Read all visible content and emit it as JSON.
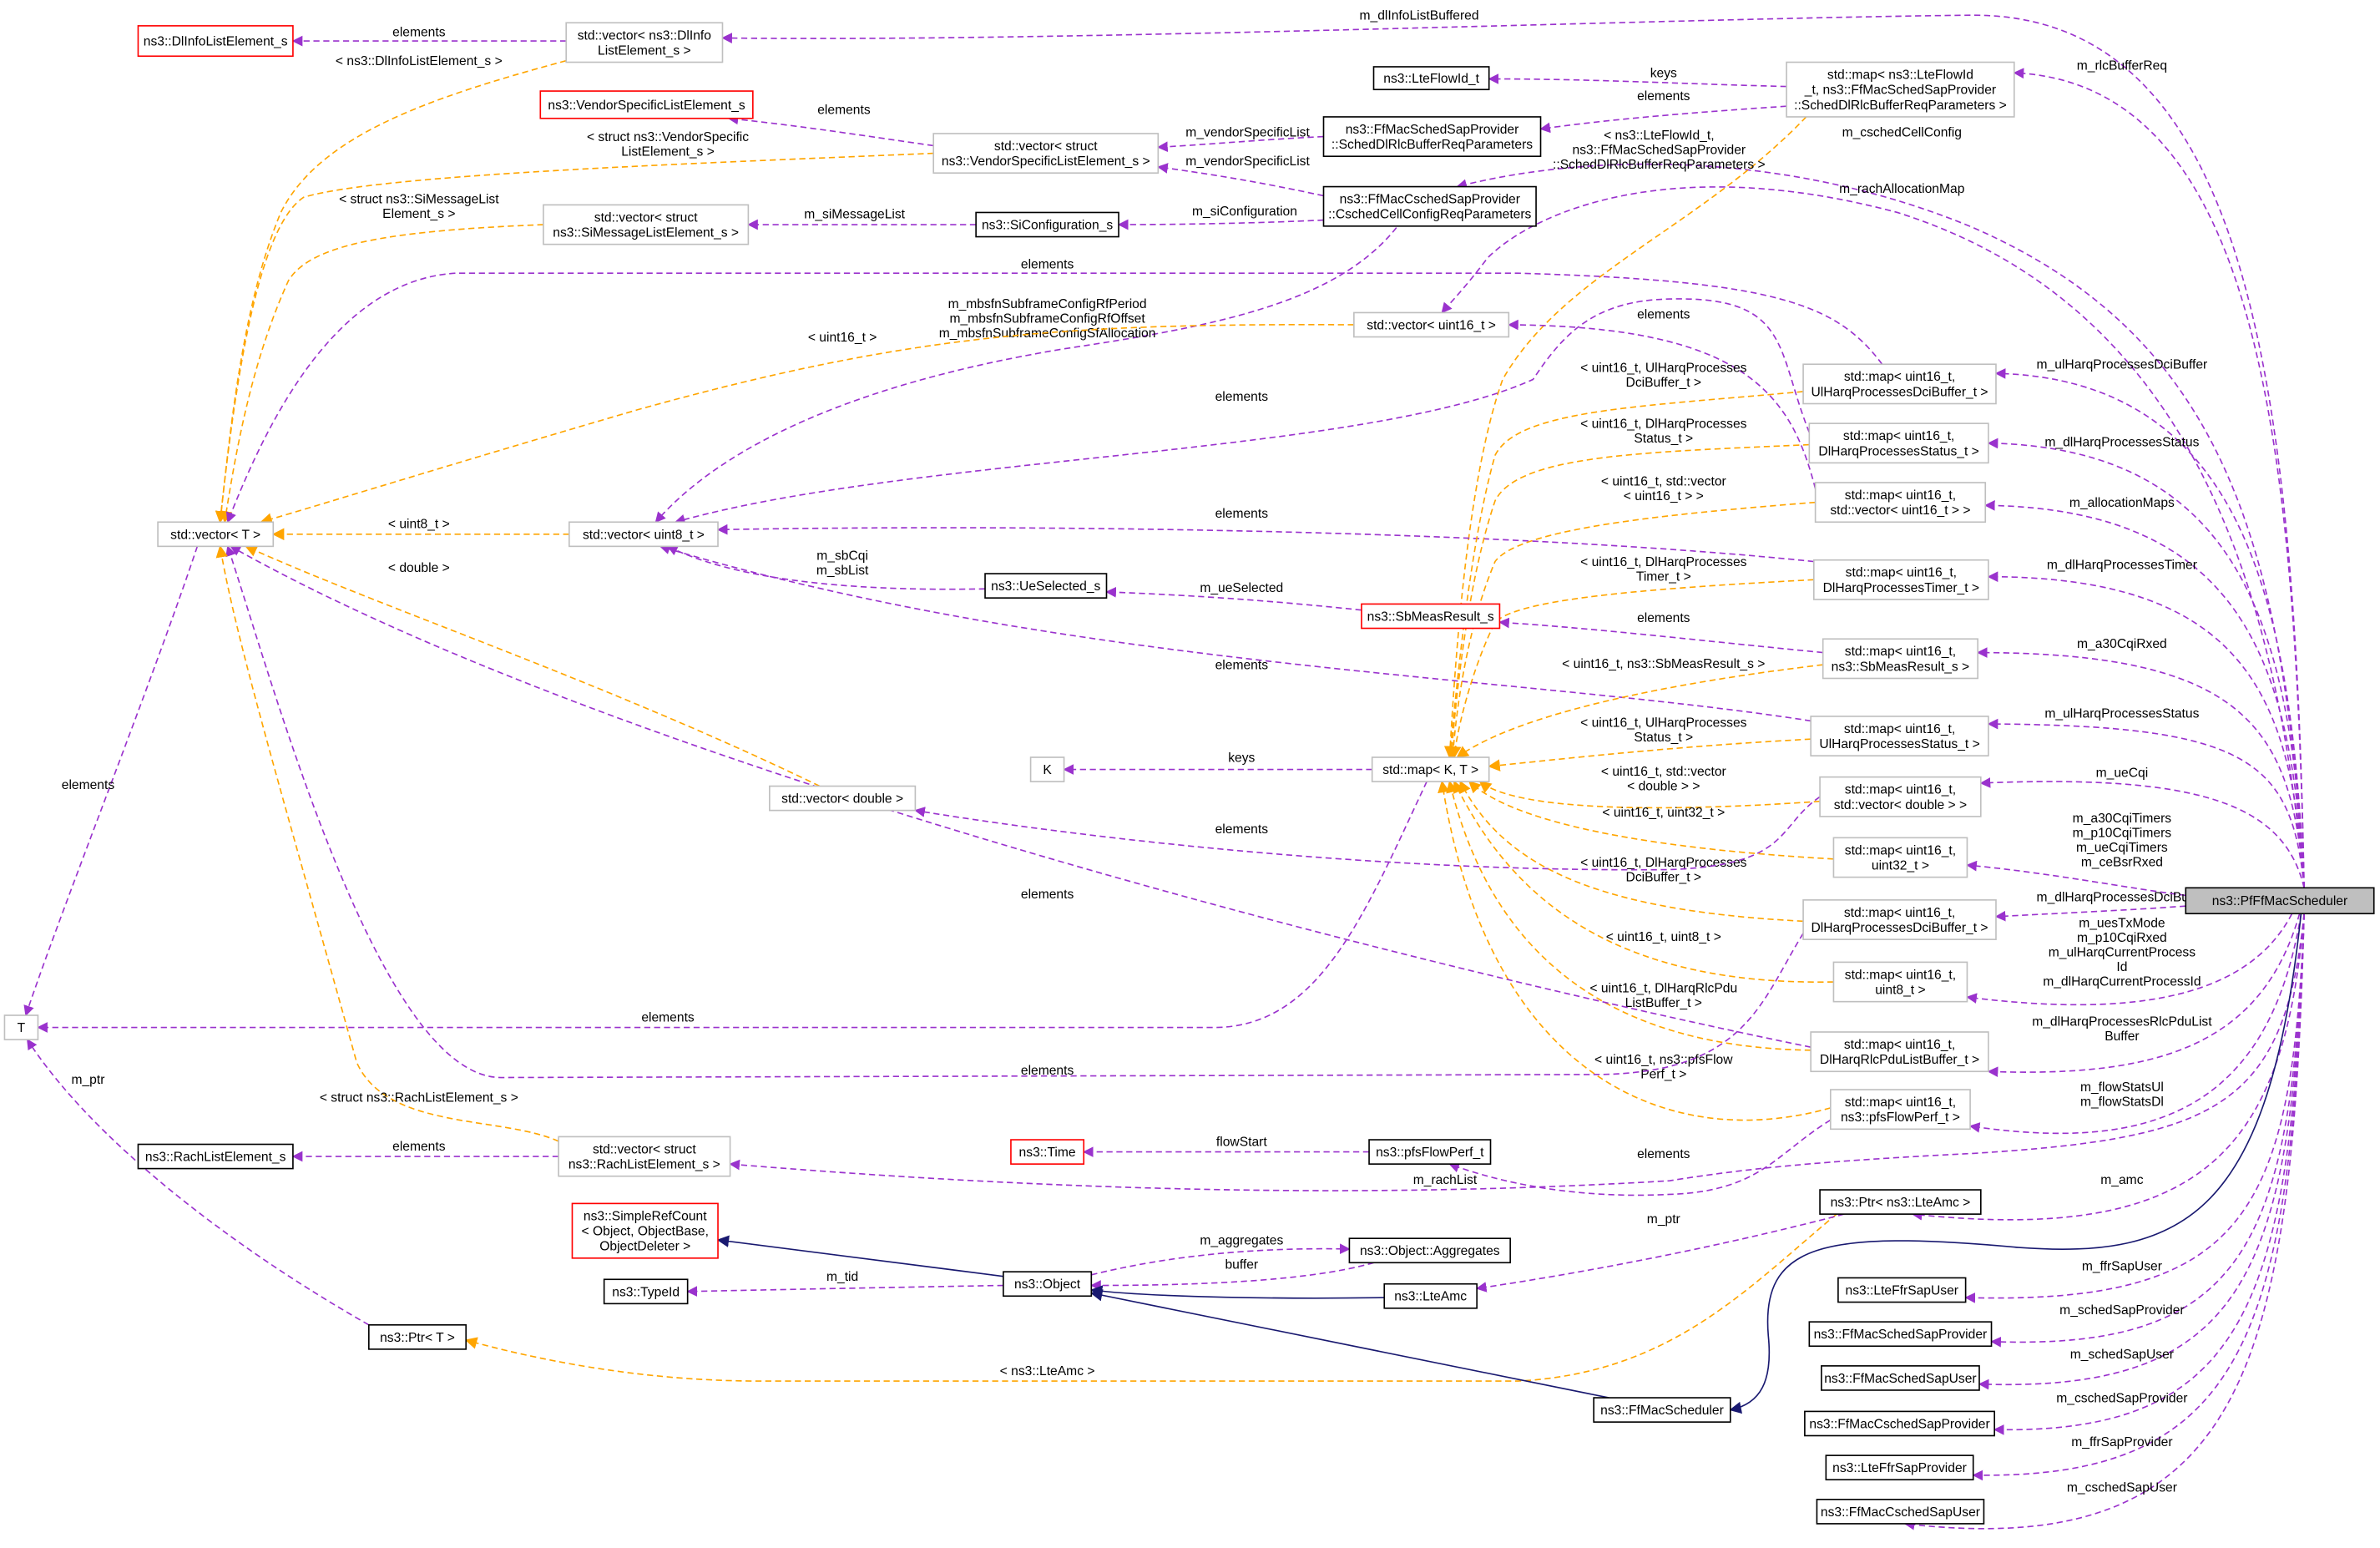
{
  "title": "ns3::PfFfMacScheduler collaboration diagram",
  "colors": {
    "member": "#9a32cd",
    "template": "#ffa500",
    "inherit": "#191970",
    "focus_fill": "#bfbfbf",
    "undocumented_border": "#ff0000"
  },
  "nodes": {
    "pfFfMacScheduler": {
      "lines": [
        "ns3::PfFfMacScheduler"
      ]
    },
    "dlInfoListElement": {
      "lines": [
        "ns3::DlInfoListElement_s"
      ]
    },
    "vecDlInfo": {
      "lines": [
        "std::vector< ns3::DlInfo",
        "ListElement_s >"
      ]
    },
    "lteFlowId": {
      "lines": [
        "ns3::LteFlowId_t"
      ]
    },
    "mapRlc": {
      "lines": [
        "std::map< ns3::LteFlowId",
        "_t, ns3::FfMacSchedSapProvider",
        "::SchedDlRlcBufferReqParameters >"
      ]
    },
    "vendorSpecific": {
      "lines": [
        "ns3::VendorSpecificListElement_s"
      ]
    },
    "vecVendor": {
      "lines": [
        "std::vector< struct",
        "ns3::VendorSpecificListElement_s >"
      ]
    },
    "schedDlRlc": {
      "lines": [
        "ns3::FfMacSchedSapProvider",
        "::SchedDlRlcBufferReqParameters"
      ]
    },
    "cschedCellConfig": {
      "lines": [
        "ns3::FfMacCschedSapProvider",
        "::CschedCellConfigReqParameters"
      ]
    },
    "vecSiMsg": {
      "lines": [
        "std::vector< struct",
        "ns3::SiMessageListElement_s >"
      ]
    },
    "siConfiguration": {
      "lines": [
        "ns3::SiConfiguration_s"
      ]
    },
    "vecUint16": {
      "lines": [
        "std::vector< uint16_t >"
      ]
    },
    "mapUlHarqDci": {
      "lines": [
        "std::map< uint16_t,",
        "UlHarqProcessesDciBuffer_t >"
      ]
    },
    "mapDlHarqStatus": {
      "lines": [
        "std::map< uint16_t,",
        "DlHarqProcessesStatus_t >"
      ]
    },
    "mapVecUint16": {
      "lines": [
        "std::map< uint16_t,",
        "std::vector< uint16_t > >"
      ]
    },
    "vecT": {
      "lines": [
        "std::vector< T >"
      ]
    },
    "vecUint8": {
      "lines": [
        "std::vector< uint8_t >"
      ]
    },
    "mapDlHarqTimer": {
      "lines": [
        "std::map< uint16_t,",
        "DlHarqProcessesTimer_t >"
      ]
    },
    "ueSelected": {
      "lines": [
        "ns3::UeSelected_s"
      ]
    },
    "sbMeasResult": {
      "lines": [
        "ns3::SbMeasResult_s"
      ]
    },
    "mapSbMeas": {
      "lines": [
        "std::map< uint16_t,",
        "ns3::SbMeasResult_s >"
      ]
    },
    "mapUlHarqStatus": {
      "lines": [
        "std::map< uint16_t,",
        "UlHarqProcessesStatus_t >"
      ]
    },
    "K": {
      "lines": [
        "K"
      ]
    },
    "mapKT": {
      "lines": [
        "std::map< K, T >"
      ]
    },
    "mapVecDouble": {
      "lines": [
        "std::map< uint16_t,",
        "std::vector< double > >"
      ]
    },
    "vecDouble": {
      "lines": [
        "std::vector< double >"
      ]
    },
    "mapUint32": {
      "lines": [
        "std::map< uint16_t,",
        "uint32_t >"
      ]
    },
    "mapDlHarqDci": {
      "lines": [
        "std::map< uint16_t,",
        "DlHarqProcessesDciBuffer_t >"
      ]
    },
    "mapUint8": {
      "lines": [
        "std::map< uint16_t,",
        "uint8_t >"
      ]
    },
    "T": {
      "lines": [
        "T"
      ]
    },
    "mapDlHarqRlc": {
      "lines": [
        "std::map< uint16_t,",
        "DlHarqRlcPduListBuffer_t >"
      ]
    },
    "mapPfsFlow": {
      "lines": [
        "std::map< uint16_t,",
        "ns3::pfsFlowPerf_t >"
      ]
    },
    "rachListElement": {
      "lines": [
        "ns3::RachListElement_s"
      ]
    },
    "vecRach": {
      "lines": [
        "std::vector< struct",
        "ns3::RachListElement_s >"
      ]
    },
    "time": {
      "lines": [
        "ns3::Time"
      ]
    },
    "pfsFlowPerf": {
      "lines": [
        "ns3::pfsFlowPerf_t"
      ]
    },
    "simpleRefCount": {
      "lines": [
        "ns3::SimpleRefCount",
        "< Object, ObjectBase,",
        "ObjectDeleter >"
      ]
    },
    "ptrLteAmc": {
      "lines": [
        "ns3::Ptr< ns3::LteAmc >"
      ]
    },
    "objectAggregates": {
      "lines": [
        "ns3::Object::Aggregates"
      ]
    },
    "typeId": {
      "lines": [
        "ns3::TypeId"
      ]
    },
    "object": {
      "lines": [
        "ns3::Object"
      ]
    },
    "lteAmc": {
      "lines": [
        "ns3::LteAmc"
      ]
    },
    "ptrT": {
      "lines": [
        "ns3::Ptr< T >"
      ]
    },
    "lteFfrSapUser": {
      "lines": [
        "ns3::LteFfrSapUser"
      ]
    },
    "ffMacSchedSapProvider": {
      "lines": [
        "ns3::FfMacSchedSapProvider"
      ]
    },
    "ffMacSchedSapUser": {
      "lines": [
        "ns3::FfMacSchedSapUser"
      ]
    },
    "ffMacCschedSapProvider": {
      "lines": [
        "ns3::FfMacCschedSapProvider"
      ]
    },
    "lteFfrSapProvider": {
      "lines": [
        "ns3::LteFfrSapProvider"
      ]
    },
    "ffMacCschedSapUser": {
      "lines": [
        "ns3::FfMacCschedSapUser"
      ]
    },
    "ffMacScheduler": {
      "lines": [
        "ns3::FfMacScheduler"
      ]
    }
  },
  "edges": [
    {
      "kind": "member",
      "from": "pfFfMacScheduler",
      "to": "vecDlInfo",
      "label": [
        "m_dlInfoListBuffered"
      ]
    },
    {
      "kind": "member",
      "from": "pfFfMacScheduler",
      "to": "mapRlc",
      "label": [
        "m_rlcBufferReq"
      ]
    },
    {
      "kind": "member",
      "from": "pfFfMacScheduler",
      "to": "cschedCellConfig",
      "label": [
        "m_cschedCellConfig"
      ]
    },
    {
      "kind": "member",
      "from": "pfFfMacScheduler",
      "to": "vecUint16",
      "label": [
        "m_rachAllocationMap"
      ]
    },
    {
      "kind": "member",
      "from": "pfFfMacScheduler",
      "to": "mapUlHarqDci",
      "label": [
        "m_ulHarqProcessesDciBuffer"
      ]
    },
    {
      "kind": "member",
      "from": "pfFfMacScheduler",
      "to": "mapDlHarqStatus",
      "label": [
        "m_dlHarqProcessesStatus"
      ]
    },
    {
      "kind": "member",
      "from": "pfFfMacScheduler",
      "to": "mapVecUint16",
      "label": [
        "m_allocationMaps"
      ]
    },
    {
      "kind": "member",
      "from": "pfFfMacScheduler",
      "to": "mapDlHarqTimer",
      "label": [
        "m_dlHarqProcessesTimer"
      ]
    },
    {
      "kind": "member",
      "from": "pfFfMacScheduler",
      "to": "mapSbMeas",
      "label": [
        "m_a30CqiRxed"
      ]
    },
    {
      "kind": "member",
      "from": "pfFfMacScheduler",
      "to": "mapUlHarqStatus",
      "label": [
        "m_ulHarqProcessesStatus"
      ]
    },
    {
      "kind": "member",
      "from": "pfFfMacScheduler",
      "to": "mapVecDouble",
      "label": [
        "m_ueCqi"
      ]
    },
    {
      "kind": "member",
      "from": "pfFfMacScheduler",
      "to": "mapUint32",
      "label": [
        "m_a30CqiTimers",
        "m_p10CqiTimers",
        "m_ueCqiTimers",
        "m_ceBsrRxed"
      ]
    },
    {
      "kind": "member",
      "from": "pfFfMacScheduler",
      "to": "mapDlHarqDci",
      "label": [
        "m_dlHarqProcessesDciBuffer"
      ]
    },
    {
      "kind": "member",
      "from": "pfFfMacScheduler",
      "to": "mapUint8",
      "label": [
        "m_uesTxMode",
        "m_p10CqiRxed",
        "m_ulHarqCurrentProcess",
        "Id",
        "m_dlHarqCurrentProcessId"
      ]
    },
    {
      "kind": "member",
      "from": "pfFfMacScheduler",
      "to": "mapDlHarqRlc",
      "label": [
        "m_dlHarqProcessesRlcPduList",
        "Buffer"
      ]
    },
    {
      "kind": "member",
      "from": "pfFfMacScheduler",
      "to": "mapPfsFlow",
      "label": [
        "m_flowStatsUl",
        "m_flowStatsDl"
      ]
    },
    {
      "kind": "member",
      "from": "pfFfMacScheduler",
      "to": "vecRach",
      "label": [
        "m_rachList"
      ]
    },
    {
      "kind": "member",
      "from": "pfFfMacScheduler",
      "to": "ptrLteAmc",
      "label": [
        "m_amc"
      ]
    },
    {
      "kind": "member",
      "from": "pfFfMacScheduler",
      "to": "lteFfrSapUser",
      "label": [
        "m_ffrSapUser"
      ]
    },
    {
      "kind": "member",
      "from": "pfFfMacScheduler",
      "to": "ffMacSchedSapProvider",
      "label": [
        "m_schedSapProvider"
      ]
    },
    {
      "kind": "member",
      "from": "pfFfMacScheduler",
      "to": "ffMacSchedSapUser",
      "label": [
        "m_schedSapUser"
      ]
    },
    {
      "kind": "member",
      "from": "pfFfMacScheduler",
      "to": "ffMacCschedSapProvider",
      "label": [
        "m_cschedSapProvider"
      ]
    },
    {
      "kind": "member",
      "from": "pfFfMacScheduler",
      "to": "lteFfrSapProvider",
      "label": [
        "m_ffrSapProvider"
      ]
    },
    {
      "kind": "member",
      "from": "pfFfMacScheduler",
      "to": "ffMacCschedSapUser",
      "label": [
        "m_cschedSapUser"
      ]
    },
    {
      "kind": "inherit",
      "from": "pfFfMacScheduler",
      "to": "ffMacScheduler",
      "label": []
    },
    {
      "kind": "member",
      "from": "mapRlc",
      "to": "lteFlowId",
      "label": [
        "keys"
      ]
    },
    {
      "kind": "member",
      "from": "mapRlc",
      "to": "schedDlRlc",
      "label": [
        "elements"
      ]
    },
    {
      "kind": "template",
      "from": "mapRlc",
      "to": "mapKT",
      "label": [
        "< ns3::LteFlowId_t,",
        "ns3::FfMacSchedSapProvider",
        "::SchedDlRlcBufferReqParameters >"
      ]
    },
    {
      "kind": "member",
      "from": "schedDlRlc",
      "to": "vecVendor",
      "label": [
        "m_vendorSpecificList"
      ]
    },
    {
      "kind": "member",
      "from": "cschedCellConfig",
      "to": "vecVendor",
      "label": [
        "m_vendorSpecificList"
      ]
    },
    {
      "kind": "member",
      "from": "cschedCellConfig",
      "to": "siConfiguration",
      "label": [
        "m_siConfiguration"
      ]
    },
    {
      "kind": "member",
      "from": "cschedCellConfig",
      "to": "vecUint8",
      "label": [
        "m_mbsfnSubframeConfigRfPeriod",
        "m_mbsfnSubframeConfigRfOffset",
        "m_mbsfnSubframeConfigSfAllocation"
      ]
    },
    {
      "kind": "template",
      "from": "vecUint16",
      "to": "vecT",
      "label": [
        "< uint16_t >"
      ]
    },
    {
      "kind": "member",
      "from": "siConfiguration",
      "to": "vecSiMsg",
      "label": [
        "m_siMessageList"
      ]
    },
    {
      "kind": "member",
      "from": "vecVendor",
      "to": "vendorSpecific",
      "label": [
        "elements"
      ]
    },
    {
      "kind": "template",
      "from": "vecVendor",
      "to": "vecT",
      "label": [
        "< struct ns3::VendorSpecific",
        "ListElement_s >"
      ]
    },
    {
      "kind": "member",
      "from": "vecDlInfo",
      "to": "dlInfoListElement",
      "label": [
        "elements"
      ]
    },
    {
      "kind": "template",
      "from": "vecDlInfo",
      "to": "vecT",
      "label": [
        "< ns3::DlInfoListElement_s >"
      ]
    },
    {
      "kind": "template",
      "from": "vecSiMsg",
      "to": "vecT",
      "label": [
        "< struct ns3::SiMessageList",
        "Element_s >"
      ]
    },
    {
      "kind": "member",
      "from": "mapUlHarqDci",
      "to": "vecT",
      "label": [
        "elements"
      ]
    },
    {
      "kind": "member",
      "from": "mapDlHarqStatus",
      "to": "vecUint8",
      "label": [
        "elements"
      ]
    },
    {
      "kind": "member",
      "from": "mapVecUint16",
      "to": "vecUint16",
      "label": [
        "elements"
      ]
    },
    {
      "kind": "member",
      "from": "mapDlHarqTimer",
      "to": "vecUint8",
      "label": [
        "elements"
      ]
    },
    {
      "kind": "member",
      "from": "ueSelected",
      "to": "vecUint8",
      "label": [
        "m_sbCqi",
        "m_sbList"
      ]
    },
    {
      "kind": "member",
      "from": "sbMeasResult",
      "to": "ueSelected",
      "label": [
        "m_ueSelected"
      ]
    },
    {
      "kind": "member",
      "from": "mapSbMeas",
      "to": "sbMeasResult",
      "label": [
        "elements"
      ]
    },
    {
      "kind": "member",
      "from": "mapUlHarqStatus",
      "to": "vecUint8",
      "label": [
        "elements"
      ]
    },
    {
      "kind": "template",
      "from": "mapUlHarqDci",
      "to": "mapKT",
      "label": [
        "< uint16_t, UlHarqProcesses",
        "DciBuffer_t >"
      ]
    },
    {
      "kind": "template",
      "from": "mapDlHarqStatus",
      "to": "mapKT",
      "label": [
        "< uint16_t, DlHarqProcesses",
        "Status_t >"
      ]
    },
    {
      "kind": "template",
      "from": "mapVecUint16",
      "to": "mapKT",
      "label": [
        "< uint16_t, std::vector",
        "< uint16_t > >"
      ]
    },
    {
      "kind": "template",
      "from": "mapDlHarqTimer",
      "to": "mapKT",
      "label": [
        "< uint16_t, DlHarqProcesses",
        "Timer_t >"
      ]
    },
    {
      "kind": "template",
      "from": "mapSbMeas",
      "to": "mapKT",
      "label": [
        "< uint16_t, ns3::SbMeasResult_s >"
      ]
    },
    {
      "kind": "template",
      "from": "mapUlHarqStatus",
      "to": "mapKT",
      "label": [
        "< uint16_t, UlHarqProcesses",
        "Status_t >"
      ]
    },
    {
      "kind": "template",
      "from": "mapVecDouble",
      "to": "mapKT",
      "label": [
        "< uint16_t, std::vector",
        "< double > >"
      ]
    },
    {
      "kind": "template",
      "from": "mapUint32",
      "to": "mapKT",
      "label": [
        "< uint16_t, uint32_t >"
      ]
    },
    {
      "kind": "template",
      "from": "mapDlHarqDci",
      "to": "mapKT",
      "label": [
        "< uint16_t, DlHarqProcesses",
        "DciBuffer_t >"
      ]
    },
    {
      "kind": "template",
      "from": "mapUint8",
      "to": "mapKT",
      "label": [
        "< uint16_t, uint8_t >"
      ]
    },
    {
      "kind": "template",
      "from": "mapDlHarqRlc",
      "to": "mapKT",
      "label": [
        "< uint16_t, DlHarqRlcPdu",
        "ListBuffer_t >"
      ]
    },
    {
      "kind": "template",
      "from": "mapPfsFlow",
      "to": "mapKT",
      "label": [
        "< uint16_t, ns3::pfsFlow",
        "Perf_t >"
      ]
    },
    {
      "kind": "member",
      "from": "mapKT",
      "to": "K",
      "label": [
        "keys"
      ]
    },
    {
      "kind": "member",
      "from": "mapVecDouble",
      "to": "vecDouble",
      "label": [
        "elements"
      ]
    },
    {
      "kind": "member",
      "from": "mapKT",
      "to": "T",
      "label": [
        "elements"
      ]
    },
    {
      "kind": "member",
      "from": "mapDlHarqRlc",
      "to": "vecT",
      "label": [
        "elements"
      ]
    },
    {
      "kind": "member",
      "from": "mapDlHarqDci",
      "to": "vecT",
      "label": [
        "elements"
      ]
    },
    {
      "kind": "member",
      "from": "mapPfsFlow",
      "to": "pfsFlowPerf",
      "label": [
        "elements"
      ]
    },
    {
      "kind": "member",
      "from": "pfsFlowPerf",
      "to": "time",
      "label": [
        "flowStart"
      ]
    },
    {
      "kind": "member",
      "from": "vecRach",
      "to": "rachListElement",
      "label": [
        "elements"
      ]
    },
    {
      "kind": "template",
      "from": "vecRach",
      "to": "vecT",
      "label": [
        "< struct ns3::RachListElement_s >"
      ]
    },
    {
      "kind": "template",
      "from": "vecDouble",
      "to": "vecT",
      "label": [
        "< double >"
      ]
    },
    {
      "kind": "template",
      "from": "vecUint8",
      "to": "vecT",
      "label": [
        "< uint8_t >"
      ]
    },
    {
      "kind": "member",
      "from": "vecT",
      "to": "T",
      "label": [
        "elements"
      ]
    },
    {
      "kind": "member",
      "from": "ptrT",
      "to": "T",
      "label": [
        "m_ptr"
      ]
    },
    {
      "kind": "template",
      "from": "ptrLteAmc",
      "to": "ptrT",
      "label": [
        "< ns3::LteAmc >"
      ]
    },
    {
      "kind": "member",
      "from": "ptrLteAmc",
      "to": "lteAmc",
      "label": [
        "m_ptr"
      ]
    },
    {
      "kind": "member",
      "from": "object",
      "to": "objectAggregates",
      "label": [
        "m_aggregates"
      ]
    },
    {
      "kind": "member",
      "from": "objectAggregates",
      "to": "object",
      "label": [
        "buffer"
      ]
    },
    {
      "kind": "member",
      "from": "object",
      "to": "typeId",
      "label": [
        "m_tid"
      ]
    },
    {
      "kind": "inherit",
      "from": "object",
      "to": "simpleRefCount",
      "label": []
    },
    {
      "kind": "inherit",
      "from": "lteAmc",
      "to": "object",
      "label": []
    },
    {
      "kind": "inherit",
      "from": "ffMacScheduler",
      "to": "object",
      "label": []
    }
  ]
}
